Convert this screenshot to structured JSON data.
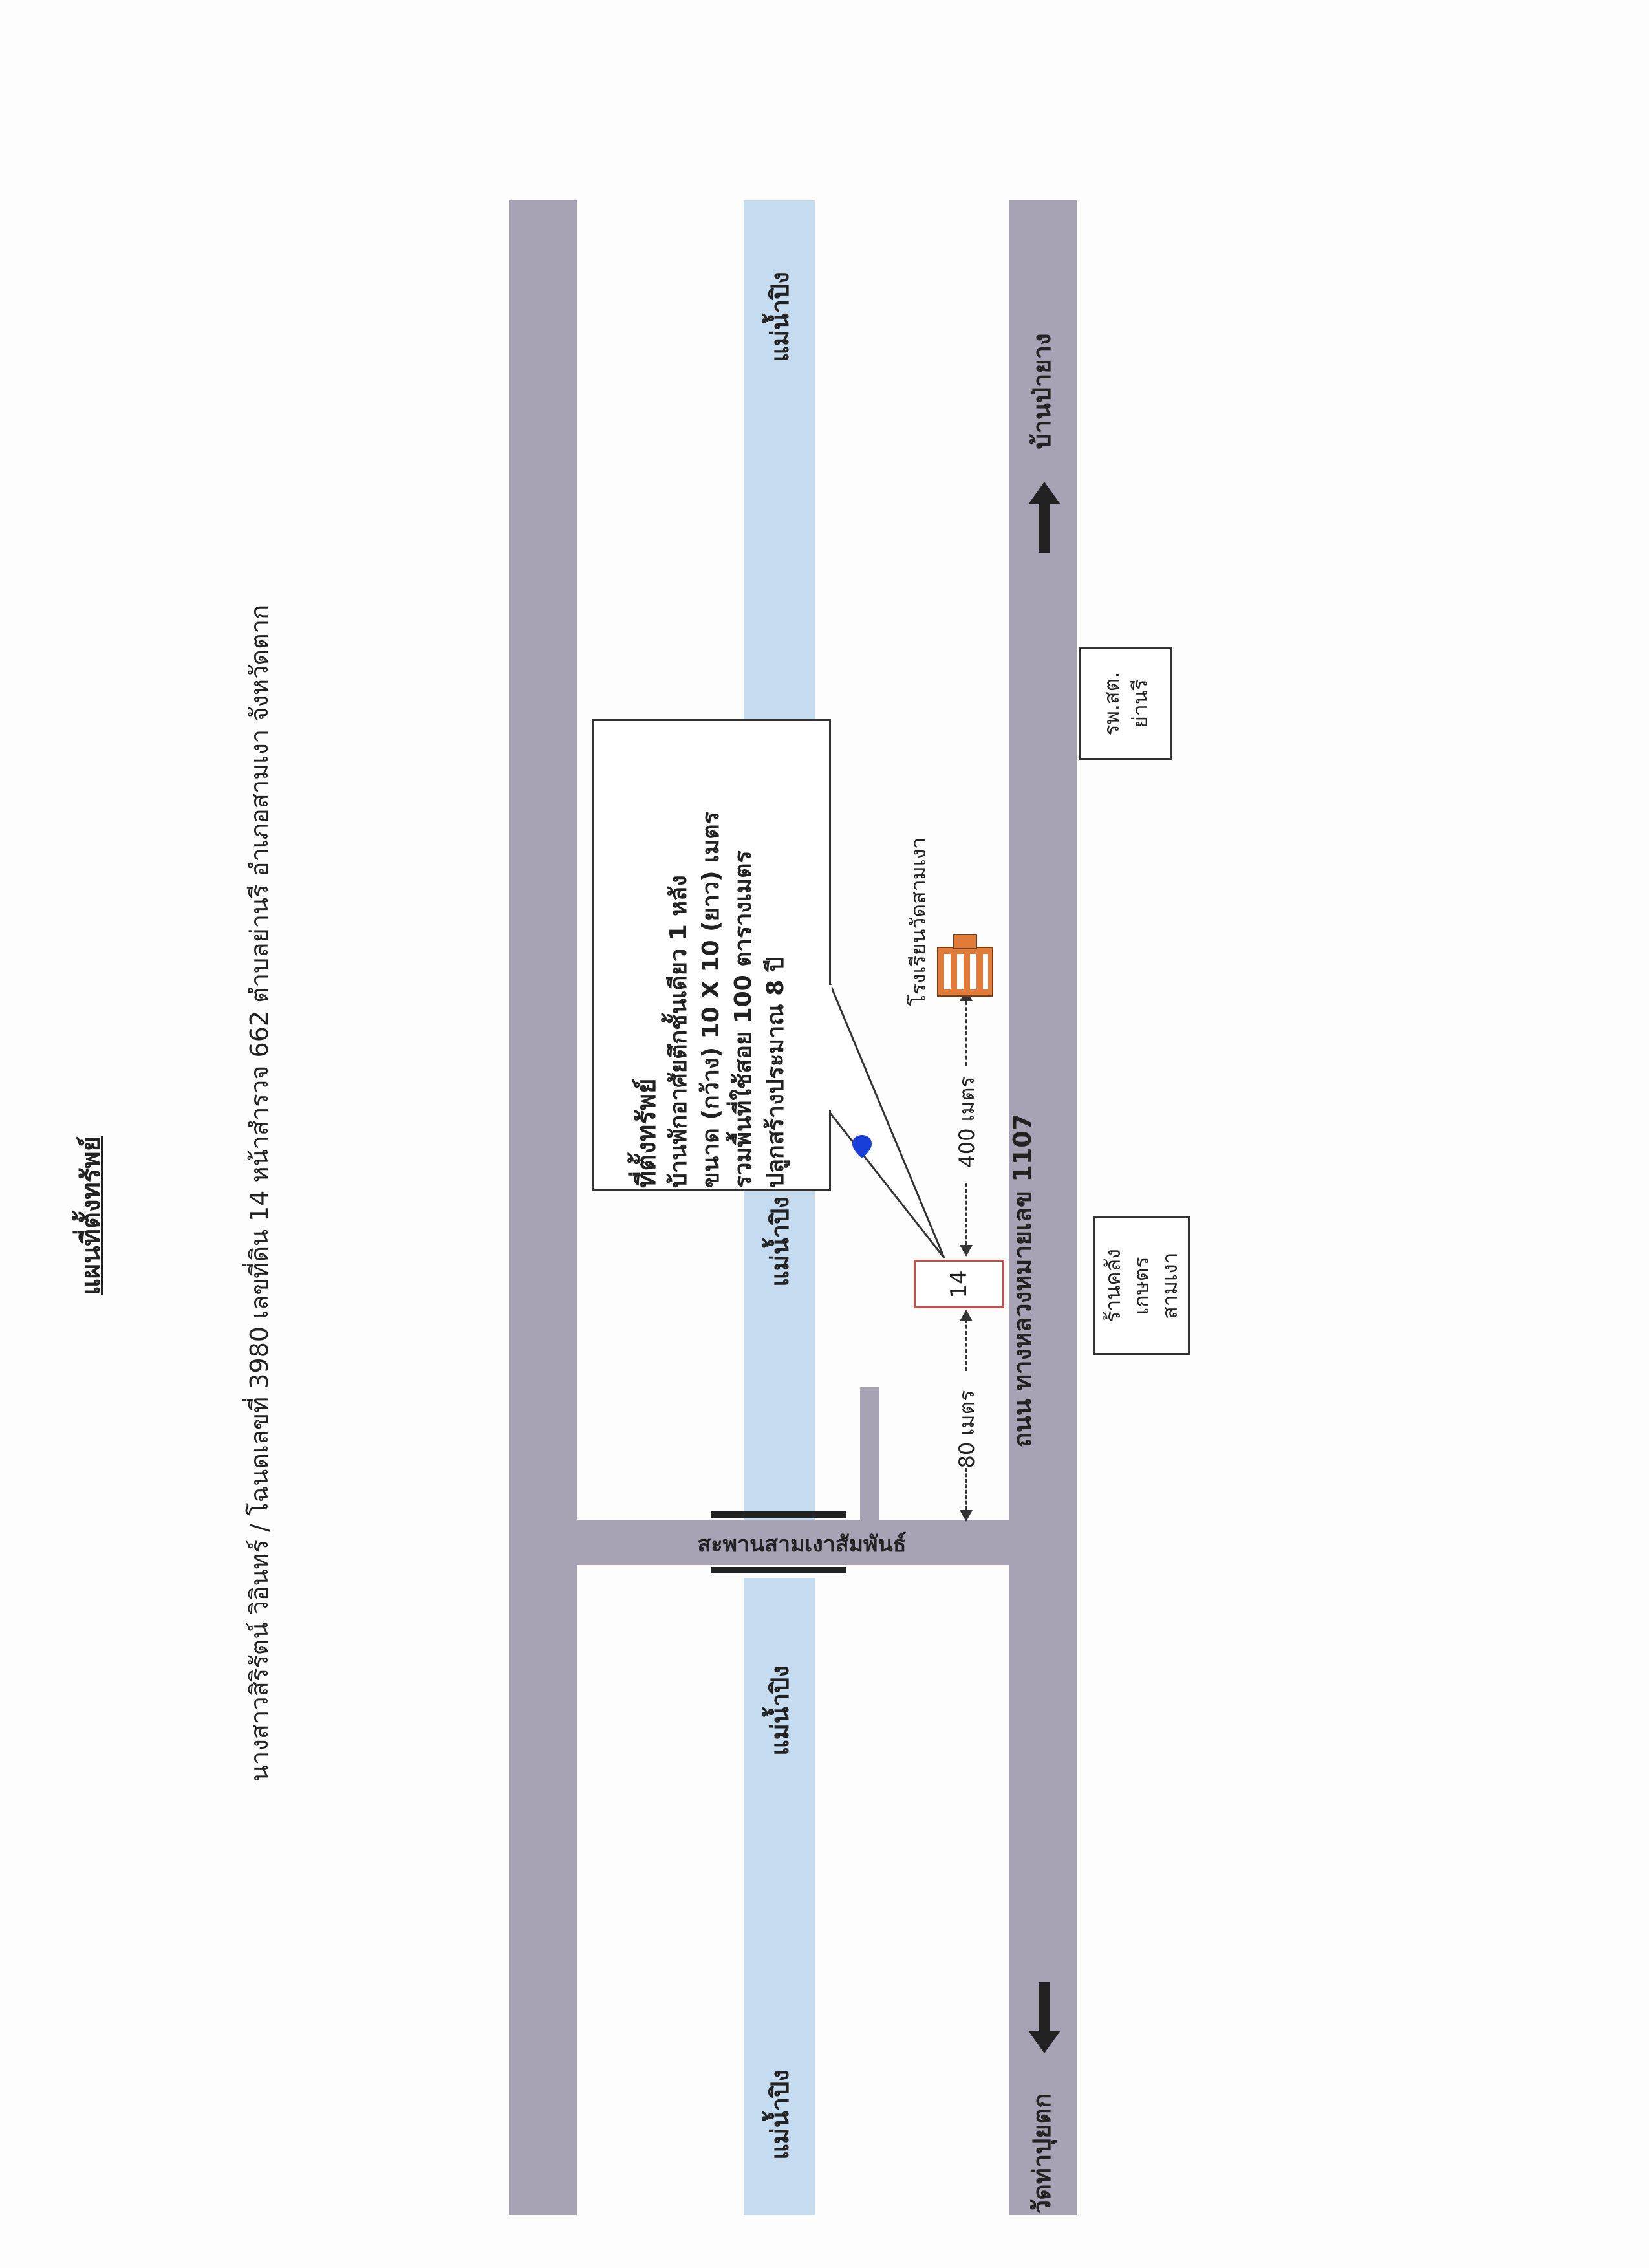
{
  "title": "แผนที่ตั้งทรัพย์",
  "subtitle": "นางสาวสิริรัตน์  วิอินทร์ / โฉนดเลขที่ 3980  เลขที่ดิน 14  หน้าสำรวจ 662  ตำบลย่านรี อำเภอสามเงา  จังหวัดตาก",
  "rivers": {
    "label_top": "แม่น้ำปิง",
    "label_middle": "แม่น้ำปิง",
    "label_lower": "แม่น้ำปิง",
    "label_bottom": "แม่น้ำปิง"
  },
  "bridge_label": "สะพานสามเงาสัมพันธ์",
  "road_label": "ถนน ทางหลวงหมายเลข 1107",
  "directions": {
    "top": "บ้านป่ายาง",
    "bottom": "วัดท่าปุยตก"
  },
  "distances": {
    "near": "80 เมตร",
    "far": "400 เมตร"
  },
  "parcel_label": "14",
  "school_label": "โรงเรียนวัดสามเงา",
  "hospital_label": "รพ.สต.\nย่านรี",
  "store_label": "ร้านคลัง\nเกษตร\nสามเงา",
  "property_box": {
    "heading": "ที่ตั้งทรัพย์",
    "line1": "บ้านพักอาศัยตึกชั้นเดียว 1 หลัง",
    "line2": "ขนาด (กว้าง) 10 X 10 (ยาว) เมตร",
    "line3": "รวมพื้นที่ใช้สอย 100 ตารางเมตร",
    "line4": "ปลูกสร้างประมาณ 8 ปี"
  },
  "colors": {
    "road": "#a7a3b5",
    "river": "#c4dbf0",
    "parcel_border": "#c0504d",
    "pin": "#1a3fd6",
    "school": "#e07b39"
  }
}
